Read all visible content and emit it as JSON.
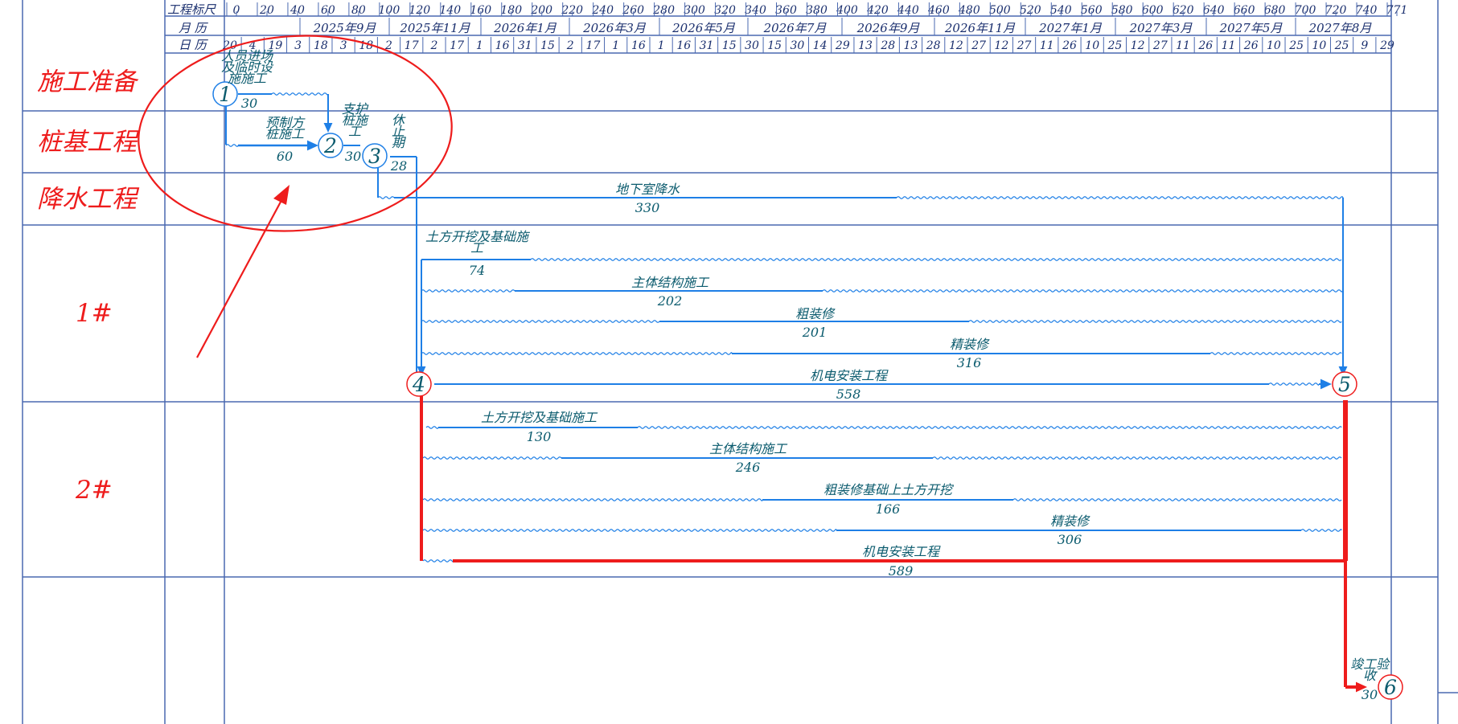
{
  "header": {
    "scale_label": "工程标尺",
    "month_label": "月  历",
    "day_label": "日  历",
    "scale_ticks": [
      "0",
      "20",
      "40",
      "60",
      "80",
      "100",
      "120",
      "140",
      "160",
      "180",
      "200",
      "220",
      "240",
      "260",
      "280",
      "300",
      "320",
      "340",
      "360",
      "380",
      "400",
      "420",
      "440",
      "460",
      "480",
      "500",
      "520",
      "540",
      "560",
      "580",
      "600",
      "620",
      "640",
      "660",
      "680",
      "700",
      "720",
      "740",
      "771"
    ],
    "months": [
      "2025年9月",
      "2025年11月",
      "2026年1月",
      "2026年3月",
      "2026年5月",
      "2026年7月",
      "2026年9月",
      "2026年11月",
      "2027年1月",
      "2027年3月",
      "2027年5月",
      "2027年8月"
    ],
    "days": [
      "20",
      "4",
      "19",
      "3",
      "18",
      "3",
      "18",
      "2",
      "17",
      "2",
      "17",
      "1",
      "16",
      "31",
      "15",
      "2",
      "17",
      "1",
      "16",
      "1",
      "16",
      "31",
      "15",
      "30",
      "15",
      "30",
      "14",
      "29",
      "13",
      "28",
      "13",
      "28",
      "12",
      "27",
      "12",
      "27",
      "11",
      "26",
      "10",
      "25",
      "12",
      "27",
      "11",
      "26",
      "11",
      "26",
      "10",
      "25",
      "10",
      "25",
      "9",
      "29"
    ]
  },
  "lanes": [
    "施工准备",
    "桩基工程",
    "降水工程",
    "1#",
    "2#"
  ],
  "tasks": [
    {
      "id": "t1",
      "name": "人员进场及临时设施施工",
      "name_lines": [
        "人员进场",
        "及临时设",
        "施施工"
      ],
      "duration": "30"
    },
    {
      "id": "t2",
      "name": "预制方桩施工",
      "name_lines": [
        "预制方",
        "桩施工"
      ],
      "duration": "60"
    },
    {
      "id": "t3",
      "name": "支护桩施工",
      "name_lines": [
        "支护",
        "桩施",
        "工"
      ],
      "duration": "30"
    },
    {
      "id": "t4",
      "name": "休止期",
      "name_lines": [
        "休",
        "止",
        "期"
      ],
      "duration": "28"
    },
    {
      "id": "t5",
      "name": "地下室降水",
      "name_lines": [
        "地下室降水"
      ],
      "duration": "330"
    },
    {
      "id": "t6",
      "name": "土方开挖及基础施工",
      "name_lines": [
        "土方开挖及基础施",
        "工"
      ],
      "duration": "74"
    },
    {
      "id": "t7",
      "name": "主体结构施工",
      "name_lines": [
        "主体结构施工"
      ],
      "duration": "202"
    },
    {
      "id": "t8",
      "name": "粗装修",
      "name_lines": [
        "粗装修"
      ],
      "duration": "201"
    },
    {
      "id": "t9",
      "name": "精装修",
      "name_lines": [
        "精装修"
      ],
      "duration": "316"
    },
    {
      "id": "t10",
      "name": "机电安装工程",
      "name_lines": [
        "机电安装工程"
      ],
      "duration": "558"
    },
    {
      "id": "t11",
      "name": "土方开挖及基础施工",
      "name_lines": [
        "土方开挖及基础施工"
      ],
      "duration": "130"
    },
    {
      "id": "t12",
      "name": "主体结构施工",
      "name_lines": [
        "主体结构施工"
      ],
      "duration": "246"
    },
    {
      "id": "t13",
      "name": "粗装修基础上土方开挖",
      "name_lines": [
        "粗装修基础上土方开挖"
      ],
      "duration": "166"
    },
    {
      "id": "t14",
      "name": "精装修",
      "name_lines": [
        "精装修"
      ],
      "duration": "306"
    },
    {
      "id": "t15",
      "name": "机电安装工程",
      "name_lines": [
        "机电安装工程"
      ],
      "duration": "589"
    },
    {
      "id": "t16",
      "name": "竣工验收",
      "name_lines": [
        "竣工验",
        "收"
      ],
      "duration": "30"
    }
  ],
  "nodes": [
    "1",
    "2",
    "3",
    "4",
    "5",
    "6"
  ],
  "colors": {
    "grid": "#4a68b0",
    "task_line": "#1e7fe6",
    "critical": "#ee1c1c",
    "annotation": "#ee1c1c",
    "label": "#0b5b6e"
  }
}
